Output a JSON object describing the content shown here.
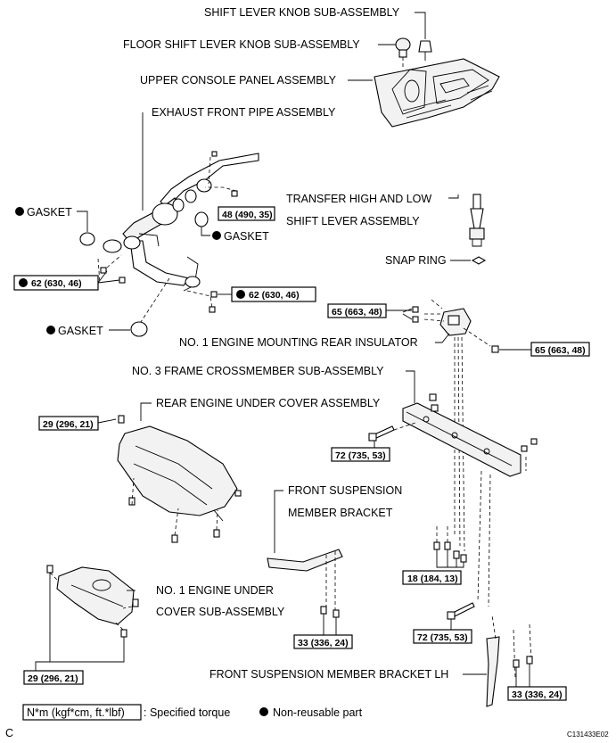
{
  "labels": {
    "shift_knob": "SHIFT LEVER KNOB SUB-ASSEMBLY",
    "floor_knob": "FLOOR SHIFT LEVER KNOB SUB-ASSEMBLY",
    "upper_console": "UPPER CONSOLE PANEL ASSEMBLY",
    "exhaust_pipe": "EXHAUST FRONT PIPE ASSEMBLY",
    "gasket_1": "GASKET",
    "gasket_2": "GASKET",
    "gasket_3": "GASKET",
    "transfer_lever_1": "TRANSFER HIGH AND LOW",
    "transfer_lever_2": "SHIFT LEVER ASSEMBLY",
    "snap_ring": "SNAP RING",
    "mount_insulator": "NO. 1 ENGINE MOUNTING REAR INSULATOR",
    "crossmember": "NO. 3 FRAME CROSSMEMBER SUB-ASSEMBLY",
    "rear_under_cover": "REAR ENGINE UNDER COVER ASSEMBLY",
    "fsm_bracket_1": "FRONT SUSPENSION",
    "fsm_bracket_2": "MEMBER BRACKET",
    "no1_under_cover_1": "NO. 1 ENGINE UNDER",
    "no1_under_cover_2": "COVER SUB-ASSEMBLY",
    "fsm_bracket_lh": "FRONT SUSPENSION MEMBER BRACKET LH"
  },
  "torques": {
    "t1": "48 (490, 35)",
    "t2": "62 (630, 46)",
    "t3": "62 (630, 46)",
    "t4": "65 (663, 48)",
    "t5": "65 (663, 48)",
    "t6": "29 (296, 21)",
    "t7": "72 (735, 53)",
    "t8": "18 (184, 13)",
    "t9": "72 (735, 53)",
    "t10": "33 (336, 24)",
    "t11": "33 (336, 24)",
    "t12": "29 (296, 21)"
  },
  "legend": {
    "torque_box": "N*m (kgf*cm, ft.*lbf)",
    "torque_text": ": Specified torque",
    "nonreusable_text": "Non-reusable part"
  },
  "corner_letter": "C",
  "figure_id": "C131433E02"
}
